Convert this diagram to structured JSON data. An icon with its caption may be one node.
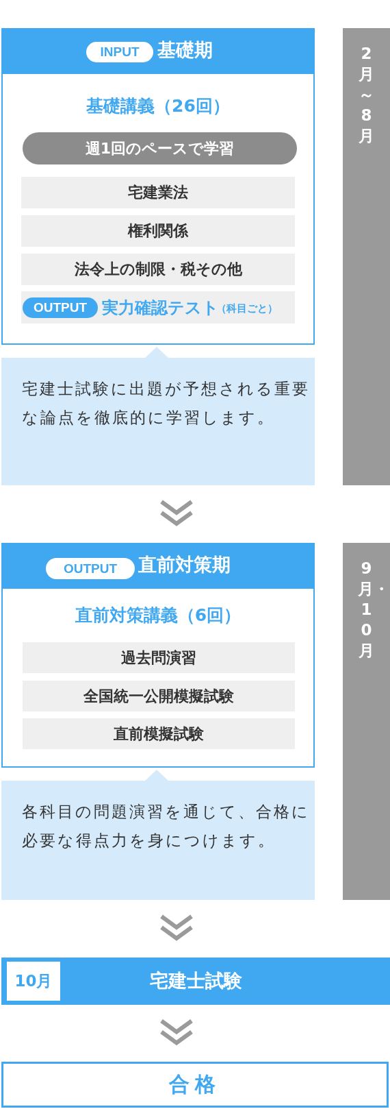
{
  "diagram": {
    "nodes": [
      {
        "text": [
          "基礎期",
          "基礎講義（26回）"
        ]
      },
      {
        "text": [
          "INPUT"
        ],
        "in": 0
      },
      {
        "text": [
          "週1回のペースで学習"
        ],
        "in": 0
      },
      {
        "text": [
          "宅建業法"
        ],
        "in": 0
      },
      {
        "text": [
          "権利関係"
        ],
        "in": 0
      },
      {
        "text": [
          "法令上の制限・税その他"
        ],
        "in": 0
      },
      {
        "text": [
          "実力確認テスト",
          "（科目ごと）"
        ],
        "in": 0
      },
      {
        "text": [
          "OUTPUT"
        ],
        "in": 6
      },
      {
        "text": [
          "宅建士試験に出題が予想される重要な論点を徹底的に学習します。"
        ]
      },
      {
        "text": [
          "2月～8月"
        ]
      },
      {
        "text": [
          "直前対策期",
          "直前対策講義（6回）"
        ]
      },
      {
        "text": [
          "OUTPUT"
        ],
        "in": 10
      },
      {
        "text": [
          "過去問演習"
        ],
        "in": 10
      },
      {
        "text": [
          "全国統一公開模擬試験"
        ],
        "in": 10
      },
      {
        "text": [
          "直前模擬試験"
        ],
        "in": 10
      },
      {
        "text": [
          "各科目の問題演習を通じて、合格に必要な得点力を身につけます。"
        ]
      },
      {
        "text": [
          "9月・10月"
        ]
      },
      {
        "text": [
          "宅建士試験"
        ]
      },
      {
        "text": [
          "10月"
        ],
        "in": 17
      },
      {
        "text": [
          "合格"
        ]
      }
    ],
    "edges": [
      {
        "from": 8,
        "to": 10,
        "arrow": "to"
      },
      {
        "from": 15,
        "to": 17,
        "arrow": "to"
      },
      {
        "from": 17,
        "to": 19,
        "arrow": "to"
      }
    ]
  }
}
